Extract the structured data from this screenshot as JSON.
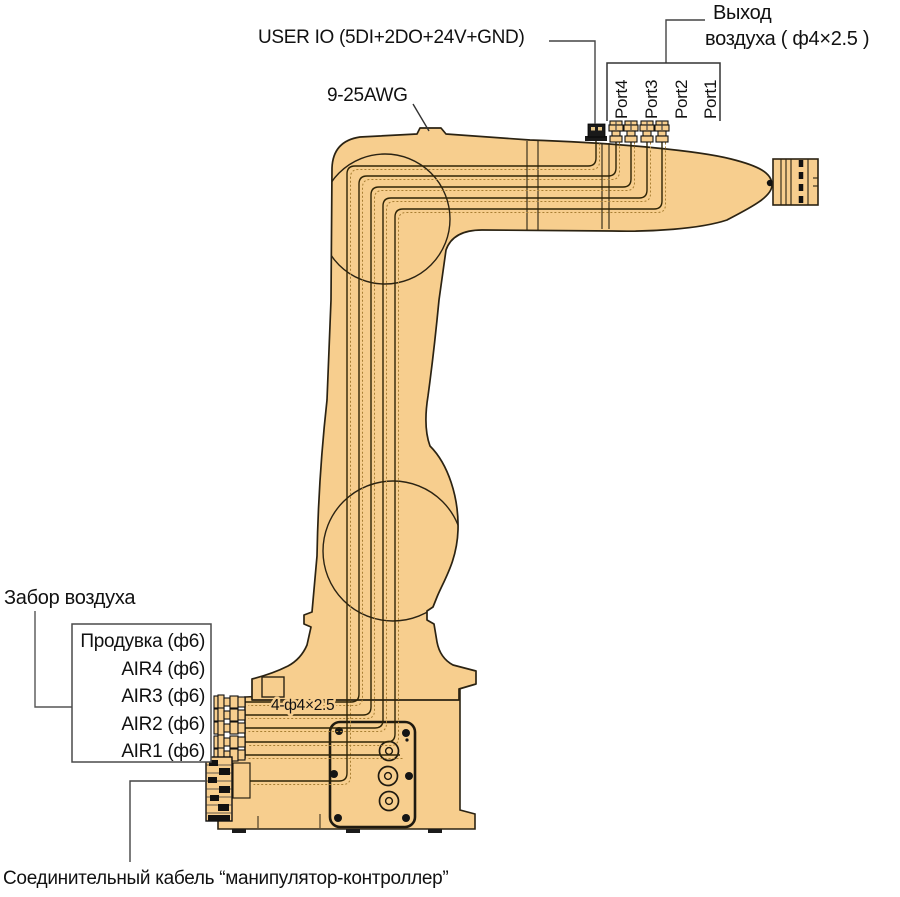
{
  "diagram_title": "Robot manipulator pneumatic and IO connections diagram",
  "labels": {
    "user_io": "USER IO (5DI+2DO+24V+GND)",
    "awg": "9-25AWG",
    "air_outlet_line1": "Выход",
    "air_outlet_line2": "воздуха ( ф4×2.5 )",
    "ports": [
      "Port4",
      "Port3",
      "Port2",
      "Port1"
    ],
    "air_intake": "Забор воздуха",
    "air_legend": [
      "Продувка (ф6)",
      "AIR4 (ф6)",
      "AIR3 (ф6)",
      "AIR2 (ф6)",
      "AIR1 (ф6)"
    ],
    "base_holes": "4-ф4×2.5",
    "cable": "Соединительный кабель “манипулятор-контроллер”"
  },
  "colors": {
    "body": "#F7CE8E",
    "outline": "#2B2313",
    "route": "#2E2406",
    "route_dotted": "#A87F33",
    "leader": "#4A4A4A",
    "text": "#111111",
    "background": "#FFFFFF"
  }
}
